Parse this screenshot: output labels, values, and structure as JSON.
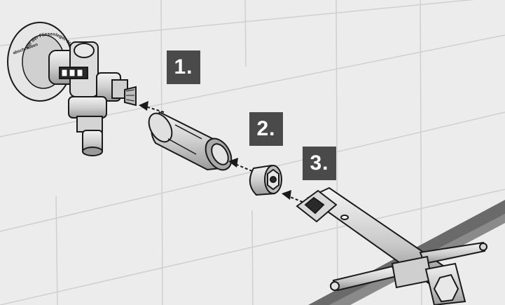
{
  "steps": [
    {
      "label": "1."
    },
    {
      "label": "2."
    },
    {
      "label": "3."
    }
  ],
  "flange_text": {
    "line1": "Vor der Fliesenleger-Montage",
    "line2": "abschrauben"
  },
  "colors": {
    "background": "#ececec",
    "grid_lines": "#cfcfcf",
    "label_fill": "#4a4a4a",
    "label_text": "#ffffff",
    "outline": "#1a1a1a",
    "part_fill": "#d9d9d9",
    "diagonal_band": "#5a5a5a"
  },
  "icons": [
    "arrow-left-icon"
  ]
}
